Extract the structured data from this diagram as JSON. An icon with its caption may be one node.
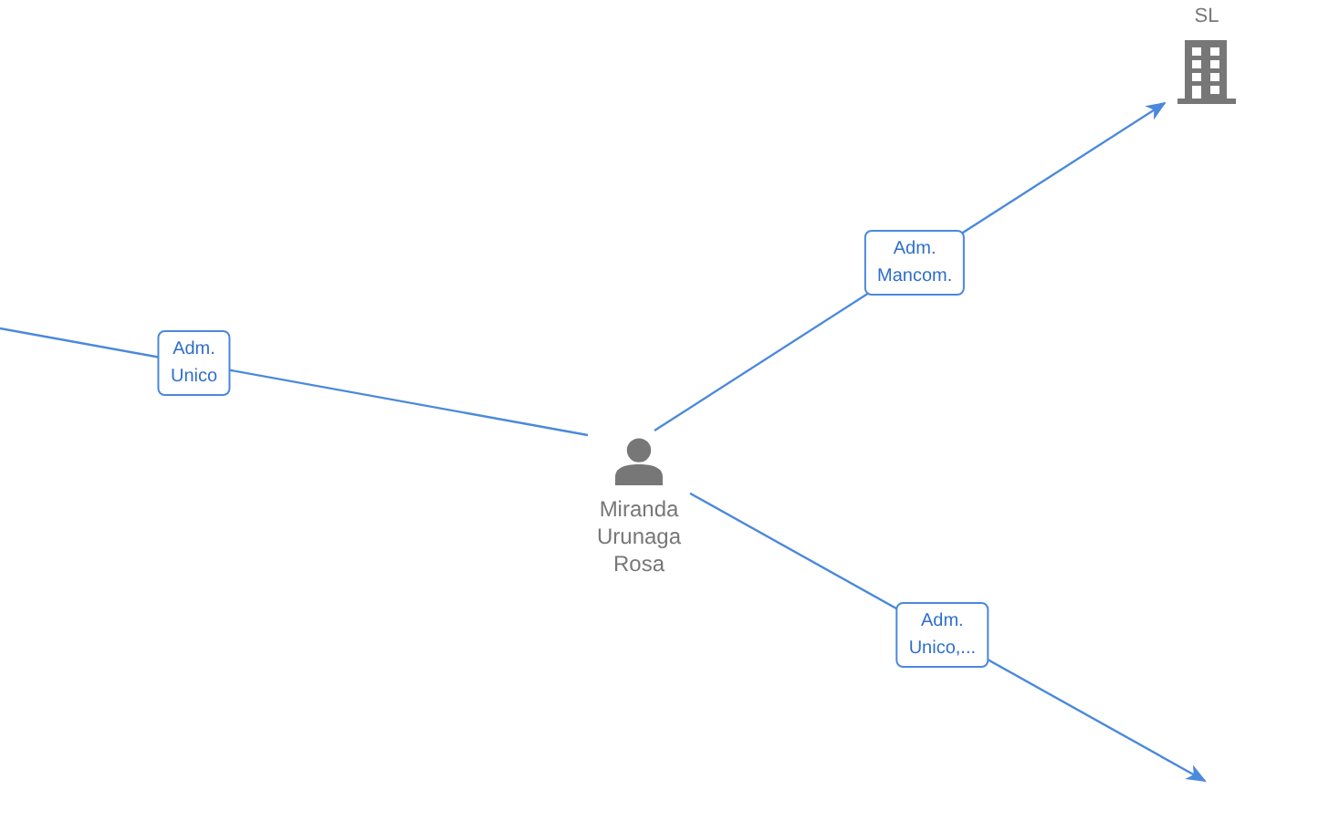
{
  "diagram": {
    "nodes": [
      {
        "text": [
          "Miranda Urunaga Rosa"
        ]
      },
      {
        "text": [
          "SL"
        ]
      }
    ],
    "edges": [
      {
        "from": 0,
        "to": null,
        "arrow": "none",
        "label": "Adm. Unico"
      },
      {
        "from": 0,
        "to": 1,
        "arrow": "to",
        "label": "Adm. Mancom."
      },
      {
        "from": 0,
        "to": null,
        "arrow": "to",
        "label": "Adm. Unico,..."
      }
    ]
  }
}
